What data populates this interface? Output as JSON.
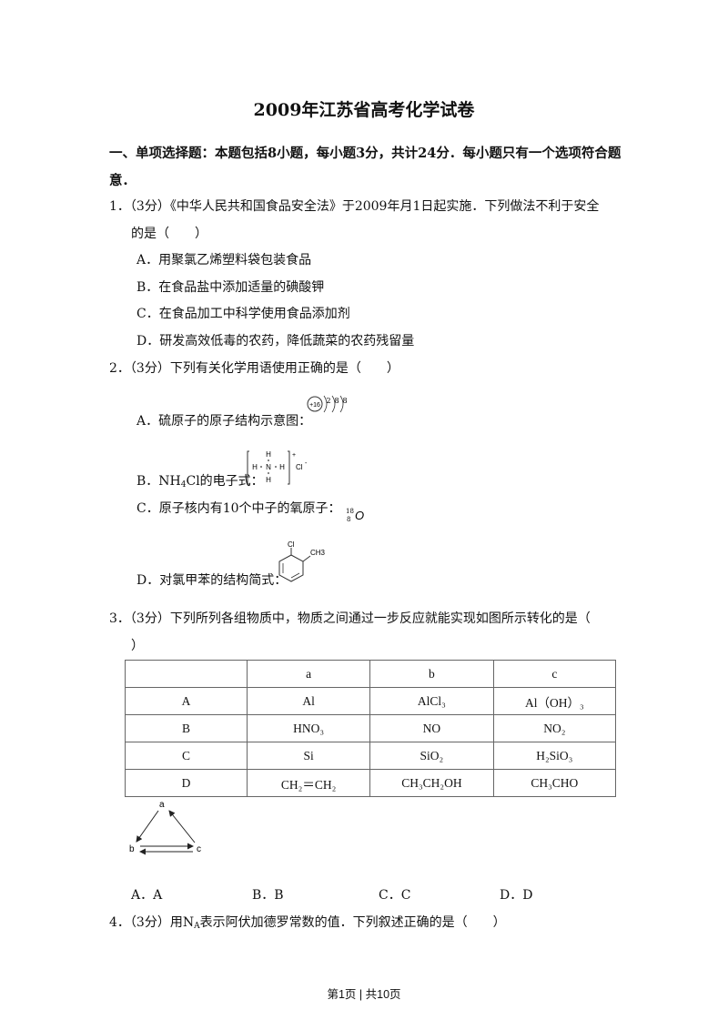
{
  "doc": {
    "title": "2009年江苏省高考化学试卷",
    "section": {
      "line1": "一、单项选择题：本题包括8小题，每小题3分，共计24分．每小题只有一个选项符合题",
      "line2": "意．"
    },
    "q1": {
      "line1": "1．（3分）《中华人民共和国食品安全法》于2009年月1日起实施．下列做法不利于安全",
      "line2": "的是（　　）",
      "options": [
        "A．用聚氯乙烯塑料袋包装食品",
        "B．在食品盐中添加适量的碘酸钾",
        "C．在食品加工中科学使用食品添加剂",
        "D．研发高效低毒的农药，降低蔬菜的农药残留量"
      ]
    },
    "q2": {
      "line1": "2．（3分）下列有关化学用语使用正确的是（　　）",
      "optA": "A．硫原子的原子结构示意图：",
      "optB_pre": "B．NH",
      "optB_sub": "4",
      "optB_post": "Cl的电子式：",
      "optC": "C．原子核内有10个中子的氧原子：",
      "optD": "D．对氯甲苯的结构简式：",
      "atom": {
        "nucleus": "+16",
        "shells": [
          "2",
          "8",
          "8"
        ]
      },
      "isotope": {
        "mass": "18",
        "number": "8",
        "symbol": "O"
      },
      "benzene_labels": {
        "cl": "Cl",
        "ch3": "CH3"
      },
      "nh4": {
        "h": "H",
        "n": "N",
        "charge": "+",
        "anion": "Cl",
        "anion_charge": "-"
      }
    },
    "q3": {
      "line1": "3．（3分）下列所列各组物质中，物质之间通过一步反应就能实现如图所示转化的是（",
      "line2": "）",
      "table": {
        "headers": [
          "",
          "a",
          "b",
          "c"
        ],
        "rows": [
          [
            "A",
            "Al",
            "AlCl₃",
            "Al（OH）₃"
          ],
          [
            "B",
            "HNO₃",
            "NO",
            "NO₂"
          ],
          [
            "C",
            "Si",
            "SiO₂",
            "H₂SiO₃"
          ],
          [
            "D",
            "CH₂＝CH₂",
            "CH₃CH₂OH",
            "CH₃CHO"
          ]
        ]
      },
      "diagram": {
        "a": "a",
        "b": "b",
        "c": "c"
      },
      "answers": [
        "A．A",
        "B．B",
        "C．C",
        "D．D"
      ]
    },
    "q4": {
      "pre": "4．（3分）用N",
      "sub": "A",
      "post": "表示阿伏加德罗常数的值．下列叙述正确的是（　　）"
    },
    "footer": "第1页 | 共10页"
  }
}
